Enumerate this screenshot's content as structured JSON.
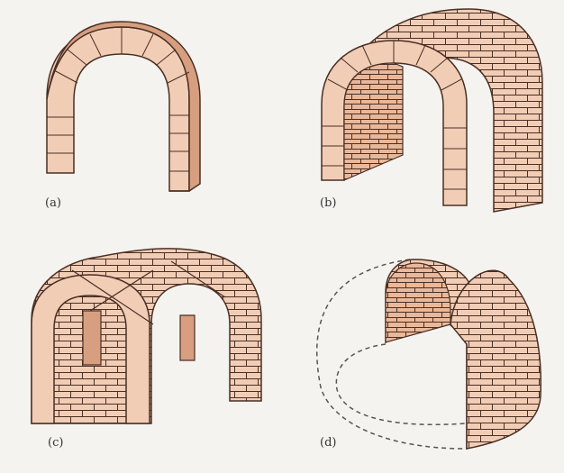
{
  "captions": {
    "a": "(a)",
    "b": "(b)",
    "c": "(c)",
    "d": "(d)"
  },
  "colors": {
    "background": "#f4f3ef",
    "brick_light": "#f2cdb6",
    "brick_mid": "#e8b798",
    "brick_dark": "#d79f7f",
    "mortar": "#4a2f24",
    "dashed": "#555555"
  }
}
